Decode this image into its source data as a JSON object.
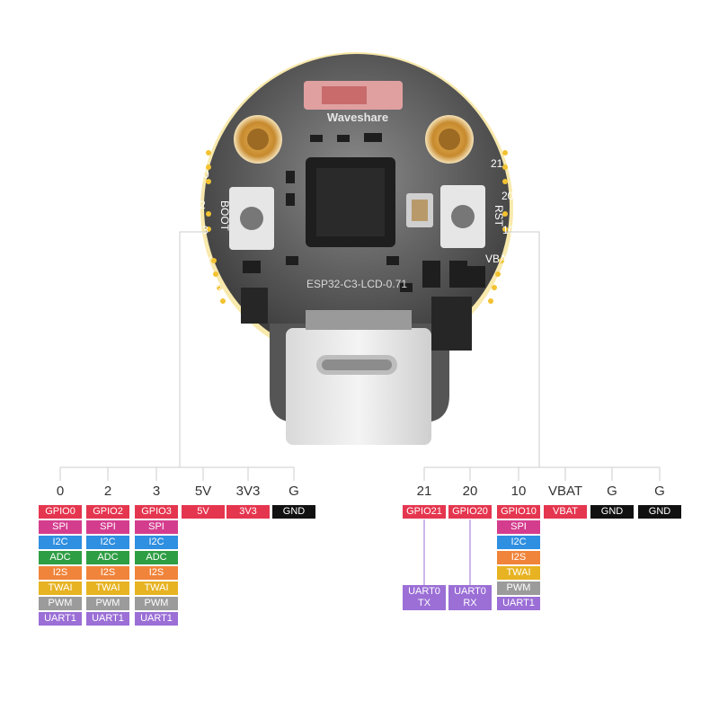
{
  "colors": {
    "gpio": "#e5364f",
    "spi": "#d43d8e",
    "i2c": "#2f8fe0",
    "adc": "#2e9e44",
    "i2s": "#f0843a",
    "twai": "#e7b322",
    "pwm": "#9b9b9b",
    "uart": "#9b6fd6",
    "power": "#e5364f",
    "gnd": "#111111"
  },
  "board": {
    "brand": "Waveshare",
    "model": "ESP32-C3-LCD-0.71",
    "left_edge_labels": [
      "0",
      "2",
      "3",
      "5V",
      "3V3",
      "G"
    ],
    "right_edge_labels": [
      "21",
      "20",
      "10",
      "VBAT",
      "G",
      "G"
    ],
    "boot_label": "BOOT",
    "rst_label": "RST"
  },
  "left_pins": [
    {
      "num": "0",
      "tags": [
        {
          "label": "GPIO0",
          "kind": "gpio"
        },
        {
          "label": "SPI",
          "kind": "spi"
        },
        {
          "label": "I2C",
          "kind": "i2c"
        },
        {
          "label": "ADC",
          "kind": "adc"
        },
        {
          "label": "I2S",
          "kind": "i2s"
        },
        {
          "label": "TWAI",
          "kind": "twai"
        },
        {
          "label": "PWM",
          "kind": "pwm"
        },
        {
          "label": "UART1",
          "kind": "uart"
        }
      ]
    },
    {
      "num": "2",
      "tags": [
        {
          "label": "GPIO2",
          "kind": "gpio"
        },
        {
          "label": "SPI",
          "kind": "spi"
        },
        {
          "label": "I2C",
          "kind": "i2c"
        },
        {
          "label": "ADC",
          "kind": "adc"
        },
        {
          "label": "I2S",
          "kind": "i2s"
        },
        {
          "label": "TWAI",
          "kind": "twai"
        },
        {
          "label": "PWM",
          "kind": "pwm"
        },
        {
          "label": "UART1",
          "kind": "uart"
        }
      ]
    },
    {
      "num": "3",
      "tags": [
        {
          "label": "GPIO3",
          "kind": "gpio"
        },
        {
          "label": "SPI",
          "kind": "spi"
        },
        {
          "label": "I2C",
          "kind": "i2c"
        },
        {
          "label": "ADC",
          "kind": "adc"
        },
        {
          "label": "I2S",
          "kind": "i2s"
        },
        {
          "label": "TWAI",
          "kind": "twai"
        },
        {
          "label": "PWM",
          "kind": "pwm"
        },
        {
          "label": "UART1",
          "kind": "uart"
        }
      ]
    },
    {
      "num": "5V",
      "tags": [
        {
          "label": "5V",
          "kind": "power"
        }
      ]
    },
    {
      "num": "3V3",
      "tags": [
        {
          "label": "3V3",
          "kind": "power"
        }
      ]
    },
    {
      "num": "G",
      "tags": [
        {
          "label": "GND",
          "kind": "gnd"
        }
      ]
    }
  ],
  "right_pins": [
    {
      "num": "21",
      "tags": [
        {
          "label": "GPIO21",
          "kind": "gpio"
        },
        {
          "label": "UART0\nTX",
          "kind": "uart",
          "big": true
        }
      ]
    },
    {
      "num": "20",
      "tags": [
        {
          "label": "GPIO20",
          "kind": "gpio"
        },
        {
          "label": "UART0\nRX",
          "kind": "uart",
          "big": true
        }
      ]
    },
    {
      "num": "10",
      "tags": [
        {
          "label": "GPIO10",
          "kind": "gpio"
        },
        {
          "label": "SPI",
          "kind": "spi"
        },
        {
          "label": "I2C",
          "kind": "i2c"
        },
        {
          "label": "I2S",
          "kind": "i2s"
        },
        {
          "label": "TWAI",
          "kind": "twai"
        },
        {
          "label": "PWM",
          "kind": "pwm"
        },
        {
          "label": "UART1",
          "kind": "uart"
        }
      ]
    },
    {
      "num": "VBAT",
      "tags": [
        {
          "label": "VBAT",
          "kind": "power"
        }
      ]
    },
    {
      "num": "G",
      "tags": [
        {
          "label": "GND",
          "kind": "gnd"
        }
      ]
    },
    {
      "num": "G",
      "tags": [
        {
          "label": "GND",
          "kind": "gnd"
        }
      ]
    }
  ]
}
